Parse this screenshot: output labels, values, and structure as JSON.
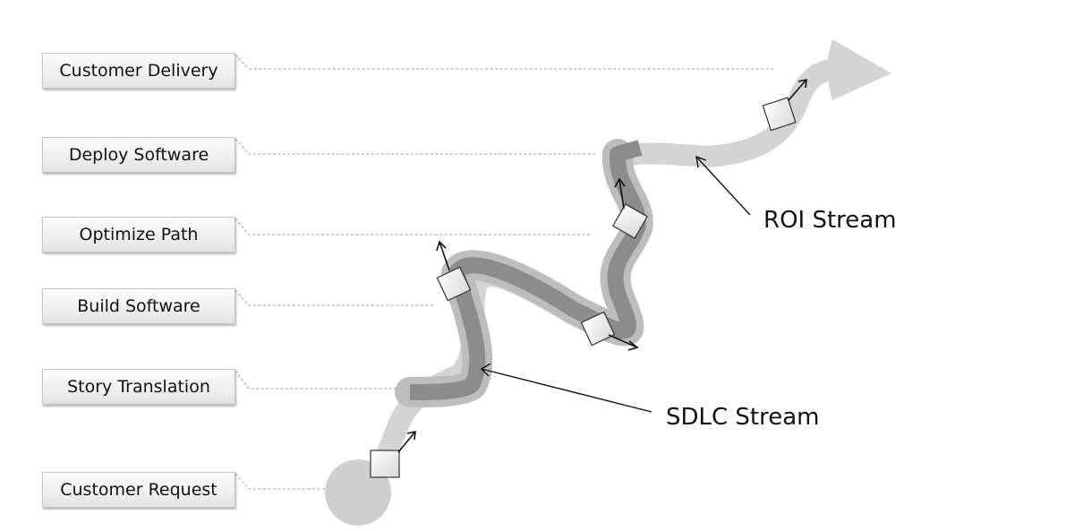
{
  "stages": [
    {
      "label": "Customer Delivery"
    },
    {
      "label": "Deploy Software"
    },
    {
      "label": "Optimize Path"
    },
    {
      "label": "Build Software"
    },
    {
      "label": "Story Translation"
    },
    {
      "label": "Customer Request"
    }
  ],
  "streams": {
    "roi_label": "ROI Stream",
    "sdlc_label": "SDLC Stream"
  },
  "colors": {
    "roi_stream": "#d4d4d4",
    "sdlc_stream_outer": "#bdbdbd",
    "sdlc_stream_inner": "#8c8c8c",
    "connector": "#b0b0b0",
    "checkpoint_fill": "#ececec",
    "arrow": "#111111"
  }
}
